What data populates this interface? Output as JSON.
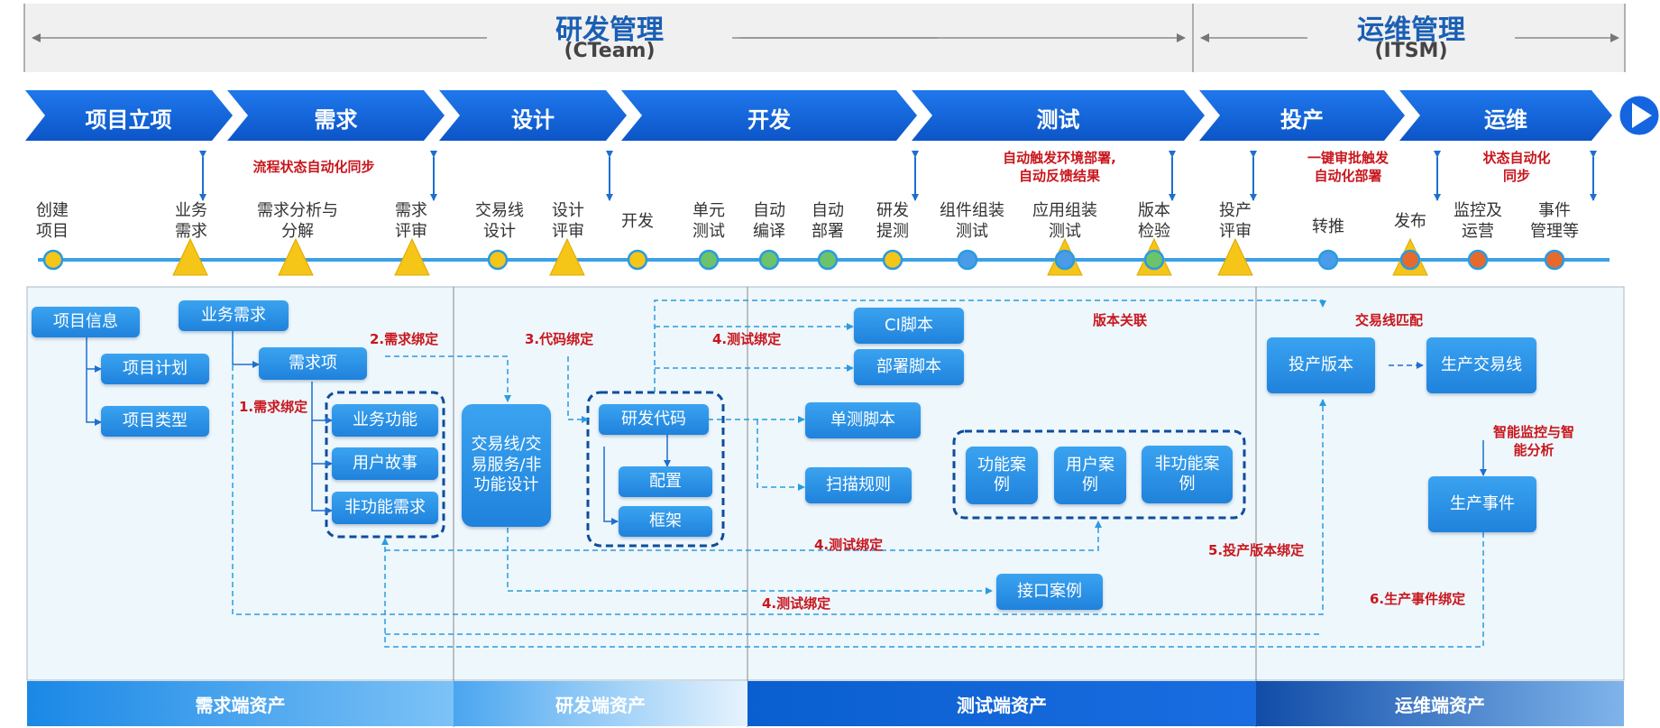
{
  "header": {
    "rd_title": "研发管理",
    "rd_sub": "(CTeam)",
    "ops_title": "运维管理",
    "ops_sub": "(ITSM)"
  },
  "phases": [
    "项目立项",
    "需求",
    "设计",
    "开发",
    "测试",
    "投产",
    "运维"
  ],
  "red_notes": {
    "flow_sync": "流程状态自动化同步",
    "auto_env_1": "自动触发环境部署,",
    "auto_env_2": "自动反馈结果",
    "one_key_1": "一键审批触发",
    "one_key_2": "自动化部署",
    "status_sync_1": "状态自动化",
    "status_sync_2": "同步"
  },
  "stages": [
    [
      "创建",
      "项目"
    ],
    [
      "业务",
      "需求"
    ],
    [
      "需求分析与",
      "分解"
    ],
    [
      "需求",
      "评审"
    ],
    [
      "交易线",
      "设计"
    ],
    [
      "设计",
      "评审"
    ],
    [
      "开发"
    ],
    [
      "单元",
      "测试"
    ],
    [
      "自动",
      "编译"
    ],
    [
      "自动",
      "部署"
    ],
    [
      "研发",
      "提测"
    ],
    [
      "组件组装",
      "测试"
    ],
    [
      "应用组装",
      "测试"
    ],
    [
      "版本",
      "检验"
    ],
    [
      "投产",
      "评审"
    ],
    [
      "转推"
    ],
    [
      "发布"
    ],
    [
      "监控及",
      "运营"
    ],
    [
      "事件",
      "管理等"
    ]
  ],
  "assets": {
    "project_info": "项目信息",
    "project_plan": "项目计划",
    "project_type": "项目类型",
    "biz_req": "业务需求",
    "req_item": "需求项",
    "biz_func": "业务功能",
    "user_story": "用户故事",
    "nonfunc_req": "非功能需求",
    "txn_design": "交易线/交易服务/非功能设计",
    "rd_code": "研发代码",
    "config": "配置",
    "framework": "框架",
    "ci_script": "CI脚本",
    "deploy_script": "部署脚本",
    "unit_script": "单测脚本",
    "scan_rules": "扫描规则",
    "func_case": "功能案例",
    "user_case": "用户案例",
    "nonfunc_case": "非功能案例",
    "api_case": "接口案例",
    "release_version": "投产版本",
    "prod_txn_line": "生产交易线",
    "prod_event": "生产事件"
  },
  "links": {
    "req_bind_1": "1.需求绑定",
    "req_bind_2": "2.需求绑定",
    "code_bind": "3.代码绑定",
    "test_bind_a": "4.测试绑定",
    "test_bind_b": "4.测试绑定",
    "test_bind_c": "4.测试绑定",
    "version_link": "版本关联",
    "txn_match": "交易线匹配",
    "monitor_1": "智能监控与智",
    "monitor_2": "能分析",
    "release_bind": "5.投产版本绑定",
    "event_bind": "6.生产事件绑定"
  },
  "footer": [
    "需求端资产",
    "研发端资产",
    "测试端资产",
    "运维端资产"
  ],
  "colors": {
    "banner": "#1565e0",
    "box": "#2a8fe6",
    "accent_red": "#c8161d",
    "timeline": "#3aa0e8"
  }
}
